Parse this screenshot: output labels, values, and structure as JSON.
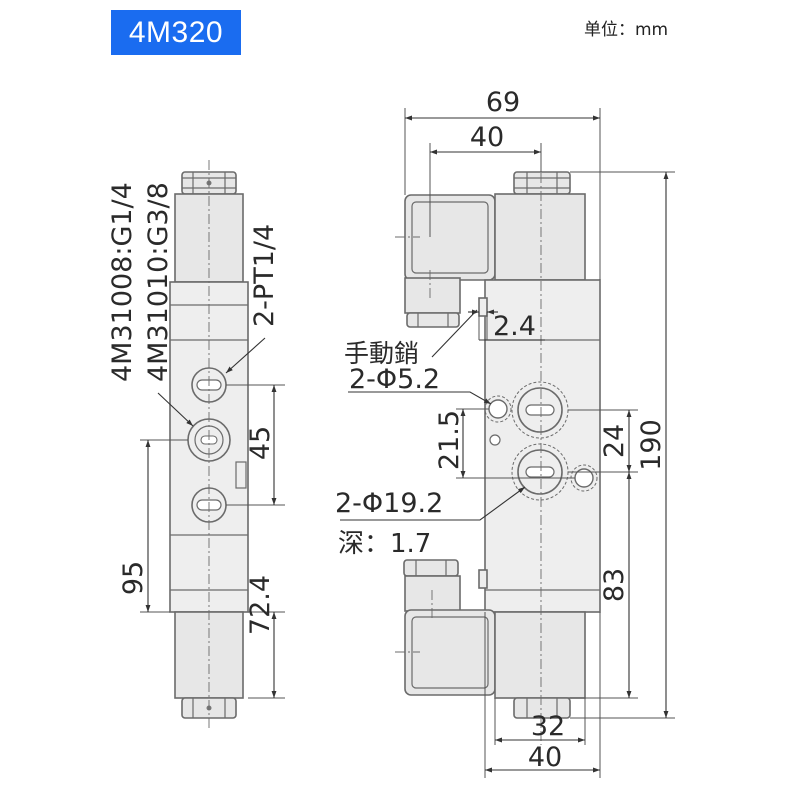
{
  "header": {
    "model": "4M320",
    "unit": "单位：mm"
  },
  "side_view": {
    "model_a": "4M31008:G1/4",
    "model_b": "4M31010:G3/8",
    "port": "2-PT1/4",
    "dim_45": "45",
    "dim_95": "95",
    "dim_72_4": "72.4"
  },
  "front_view": {
    "dim_69": "69",
    "dim_40_top": "40",
    "dim_2_4": "2.4",
    "manual_pin": "手動銷",
    "hole_small": "2-Φ5.2",
    "dim_21_5": "21.5",
    "dim_24": "24",
    "dim_190": "190",
    "hole_large": "2-Φ19.2",
    "depth": "深：1.7",
    "dim_83": "83",
    "dim_32": "32",
    "dim_40_bottom": "40"
  }
}
